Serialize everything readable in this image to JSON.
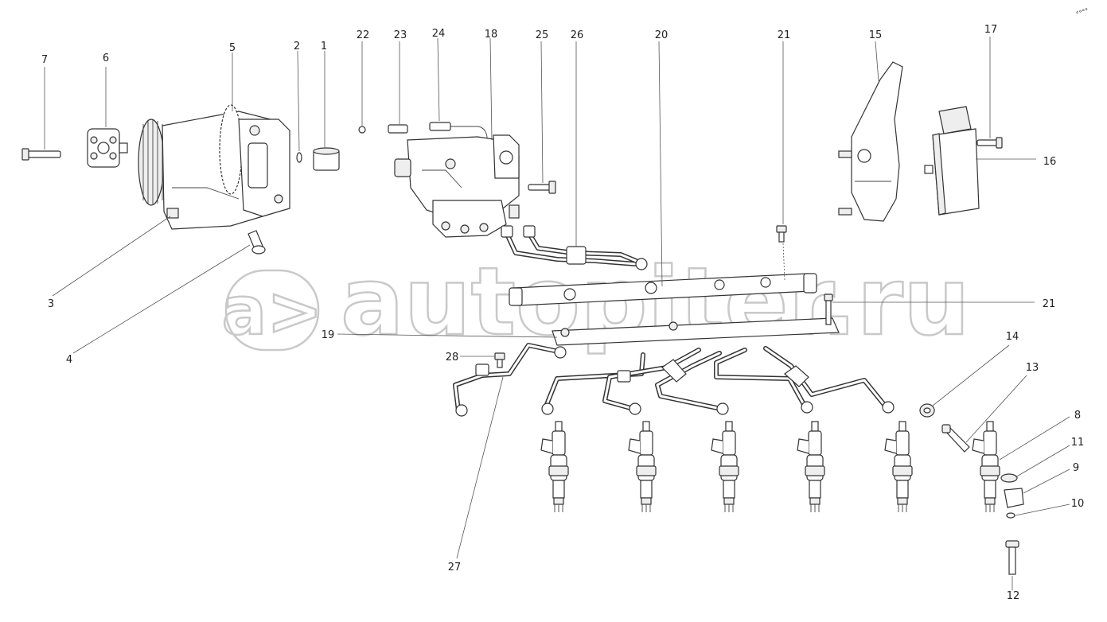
{
  "watermark": {
    "text": "autopiter.ru",
    "symbol": "a>"
  },
  "corner_mark": "°°°°",
  "callouts": [
    "1",
    "2",
    "3",
    "4",
    "5",
    "6",
    "7",
    "8",
    "9",
    "10",
    "11",
    "12",
    "13",
    "14",
    "15",
    "16",
    "17",
    "18",
    "19",
    "20",
    "21",
    "21",
    "22",
    "23",
    "24",
    "25",
    "26",
    "27",
    "28"
  ]
}
